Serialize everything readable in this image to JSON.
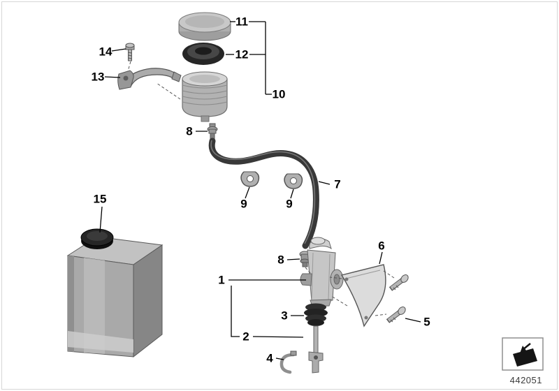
{
  "page": {
    "background": "#ffffff",
    "frame_color": "#d6d6d6",
    "drawing_number": "442051"
  },
  "palette": {
    "leader_line": "#000000",
    "dashed_line": "#555555",
    "metal_light": "#c8c8c8",
    "metal_mid": "#a8a8a8",
    "metal_dark": "#868686",
    "rubber_dark": "#262626",
    "hose": "#383838"
  },
  "icons": {
    "thumbnail": "part-illustration-icon"
  },
  "callouts": {
    "c1": "1",
    "c2": "2",
    "c3": "3",
    "c4": "4",
    "c5": "5",
    "c6": "6",
    "c7": "7",
    "c8a": "8",
    "c8b": "8",
    "c9a": "9",
    "c9b": "9",
    "c10": "10",
    "c11": "11",
    "c12": "12",
    "c13": "13",
    "c14": "14",
    "c15": "15"
  }
}
